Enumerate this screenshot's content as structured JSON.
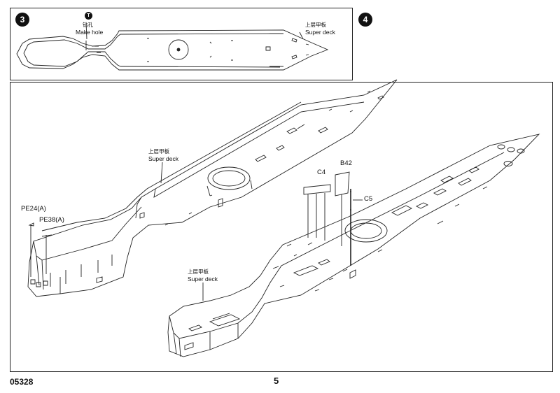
{
  "steps": [
    {
      "number": "3"
    },
    {
      "number": "4"
    }
  ],
  "step3": {
    "tool_icon": "drill-icon",
    "tool_letter": "T",
    "make_hole_cn": "钻孔",
    "make_hole_en": "Make hole",
    "deck_cn": "上层甲板",
    "deck_en": "Super deck"
  },
  "step4": {
    "deck_a_cn": "上层甲板",
    "deck_a_en": "Super deck",
    "deck_b_cn": "上层甲板",
    "deck_b_en": "Super deck",
    "parts": {
      "pe24": "PE24(A)",
      "pe38": "PE38(A)",
      "c4": "C4",
      "b42": "B42",
      "c5": "C5"
    }
  },
  "footer": {
    "kit_code": "05328",
    "page_number": "5"
  }
}
